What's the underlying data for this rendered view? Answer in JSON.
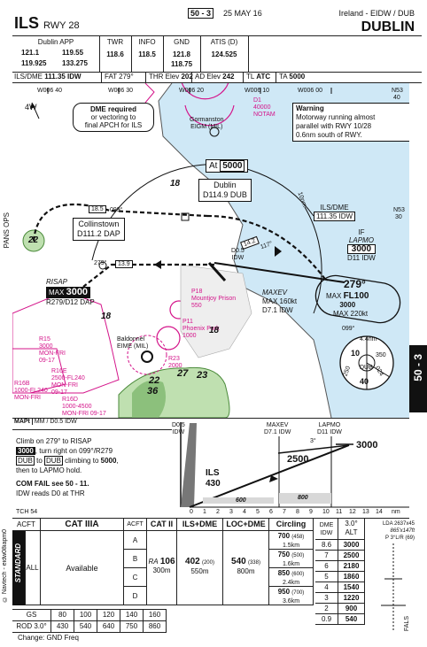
{
  "header": {
    "title_main": "ILS",
    "title_rwy": "RWY 28",
    "chart_ref": "50 - 3",
    "date": "25 MAY 16",
    "country": "Ireland - EIDW / DUB",
    "city": "DUBLIN"
  },
  "freqs": {
    "app_label": "Dublin APP",
    "app_values": [
      "121.1",
      "119.55",
      "119.925",
      "133.275"
    ],
    "twr_label": "TWR",
    "twr_value": "118.6",
    "info_label": "INFO",
    "info_value": "118.5",
    "gnd_label": "GND",
    "gnd_values": [
      "121.8",
      "118.75"
    ],
    "atis_label": "ATIS (D)",
    "atis_value": "124.525"
  },
  "infobar": {
    "ils": "ILS/DME",
    "ils_freq": "111.35 IDW",
    "fat": "FAT 279°",
    "thr_elev": "THR Elev",
    "thr_val": "202",
    "ad_elev": "AD Elev",
    "ad_val": "242",
    "tl": "TL",
    "tl_val": "ATC",
    "ta": "TA",
    "ta_val": "5000"
  },
  "plan": {
    "lon_labels": [
      "W006 40",
      "W006 30",
      "W006 20",
      "W006 10",
      "W006 00"
    ],
    "lat_top": "N53",
    "lat_top2": "40",
    "lat_mid": "N53",
    "lat_mid2": "30",
    "variation": "4W",
    "dme_note": [
      "DME required",
      "or vectoring to",
      "final APCH for ILS"
    ],
    "gormanston": [
      "Gormanston",
      "EIGM (MIL)"
    ],
    "d1": [
      "D1",
      "40000",
      "NOTAM"
    ],
    "warning_title": "Warning",
    "warning_text": [
      "Motorway running almost",
      "parallel with RWY 10/28",
      "0.6nm south of RWY."
    ],
    "at_label": "At",
    "at_alt": "5000",
    "dublin_vor": [
      "Dublin",
      "D114.9 DUB"
    ],
    "collinstown": [
      "Collinstown",
      "D111.2 DAP"
    ],
    "radial_185": "18.5",
    "radial_099": "099°",
    "radial_142": "14.2",
    "radial_117": "117°",
    "radial_279": "279°",
    "radial_139": "13.9",
    "ring_10nm": "10nm",
    "sector_18a": "18",
    "sector_18b": "18",
    "sector_18c": "18",
    "sector_22": "22",
    "sector_22b": "22",
    "sector_27": "27",
    "sector_23": "23",
    "sector_36": "36",
    "d05": [
      "D0.5",
      "IDW"
    ],
    "ils_box": [
      "ILS/DME",
      "111.35 IDW"
    ],
    "if_label": "IF",
    "lapmo": "LAPMO",
    "lapmo_alt": "3000",
    "lapmo_dme": "D11 IDW",
    "final_279": "279°",
    "hold_max": "MAX",
    "hold_fl": "FL100",
    "hold_3000": "3000",
    "hold_220": "MAX  220kt",
    "hold_099": "099°",
    "hold_44": "4.4nm",
    "maxev": "MAXEV",
    "maxev_speed": "MAX 160kt",
    "maxev_dme": "D7.1 IDW",
    "risap": "RISAP",
    "risap_max": "MAX",
    "risap_alt": "3000",
    "risap_dme": "R279/D12 DAP",
    "mountjoy": [
      "P18",
      "Mountjoy Prison",
      "550"
    ],
    "phoenix": [
      "P11",
      "Phoenix Park",
      "1000"
    ],
    "baldonnel": [
      "Baldonnel",
      "EIME (MIL)"
    ],
    "r23": [
      "R23",
      "2000"
    ],
    "r15": [
      "R15",
      "3000",
      "MON-FRI",
      "09-17"
    ],
    "r16e": [
      "R16E",
      "2500-FL240",
      "MON-FRI",
      "09-17"
    ],
    "r16b": [
      "R16B",
      "1000-FL240",
      "MON-FRI"
    ],
    "r16d": [
      "R16D",
      "1000-4500",
      "MON-FRI 09-17"
    ],
    "msa_dub": "DUB",
    "msa_10": "10",
    "msa_40": "40",
    "msa_250": "250",
    "msa_024": "024",
    "msa_350": "350",
    "pans_ops": "PANS OPS",
    "side_tab": "50 - 3"
  },
  "profile": {
    "mapt_label": "MAPt",
    "mapt_text": "MM / D0.5 IDW",
    "missed_lines": [
      "Climb on 279° to RISAP",
      "3000",
      ", turn right on 099°/R279",
      "DUB",
      "to",
      "DUB",
      "climbing to",
      "5000",
      ",",
      "then to LAPMO hold."
    ],
    "com_fail": "COM FAIL see 50 - 11.",
    "idw_note": "IDW reads D0 at THR",
    "d05": [
      "D0.5",
      "IDW"
    ],
    "maxev": [
      "MAXEV",
      "D7.1 IDW"
    ],
    "lapmo": [
      "LAPMO",
      "D11 IDW"
    ],
    "alt_3000": "3000",
    "alt_2500": "2500",
    "glide": "3°",
    "ils_label": "ILS",
    "ils_alt": "430",
    "mark_600": "600",
    "mark_800": "800",
    "tch": "TCH 54",
    "scale": [
      "0",
      "1",
      "2",
      "3",
      "4",
      "5",
      "6",
      "7",
      "8",
      "9",
      "10",
      "11",
      "12",
      "13",
      "14"
    ],
    "scale_unit": "nm"
  },
  "minima": {
    "acft": "ACFT",
    "cat3": "CAT IIIA",
    "acft2": "ACFT",
    "cat2": "CAT II",
    "ils_dme": "ILS+DME",
    "loc_dme": "LOC+DME",
    "circling": "Circling",
    "standard": "STANDARD",
    "all": "ALL",
    "available": "Available",
    "cats": [
      "A",
      "B",
      "C",
      "D"
    ],
    "ra": "RA",
    "ra_val": "106",
    "cat2_rvr": "300m",
    "ils_val": "402",
    "ils_sub": "(200)",
    "ils_rvr": "550m",
    "loc_val": "540",
    "loc_sub": "(338)",
    "loc_rvr": "800m",
    "circ": [
      [
        "700",
        "(458)",
        "1.5km"
      ],
      [
        "750",
        "(500)",
        "1.6km"
      ],
      [
        "850",
        "(600)",
        "2.4km"
      ],
      [
        "950",
        "(700)",
        "3.6km"
      ]
    ],
    "dme_hdr": "DME IDW",
    "glide_hdr": "3.0°",
    "alt_hdr": "ALT",
    "dme_rows": [
      [
        "8.6",
        "3000"
      ],
      [
        "7",
        "2500"
      ],
      [
        "6",
        "2180"
      ],
      [
        "5",
        "1860"
      ],
      [
        "4",
        "1540"
      ],
      [
        "3",
        "1220"
      ],
      [
        "2",
        "900"
      ],
      [
        "0.9",
        "540"
      ]
    ],
    "lda": "LDA 2637x45",
    "lights1": "865'x147ft",
    "lights2": "P 3°L/R (69)",
    "fals": "FALS"
  },
  "gs_table": {
    "gs_label": "GS",
    "gs_values": [
      "80",
      "100",
      "120",
      "140",
      "160"
    ],
    "rod_label": "ROD 3.0°",
    "rod_values": [
      "430",
      "540",
      "640",
      "750",
      "860"
    ]
  },
  "footer": {
    "change": "Change: GND Freq",
    "copyright": "© Navtech - eidw08iapm0"
  }
}
